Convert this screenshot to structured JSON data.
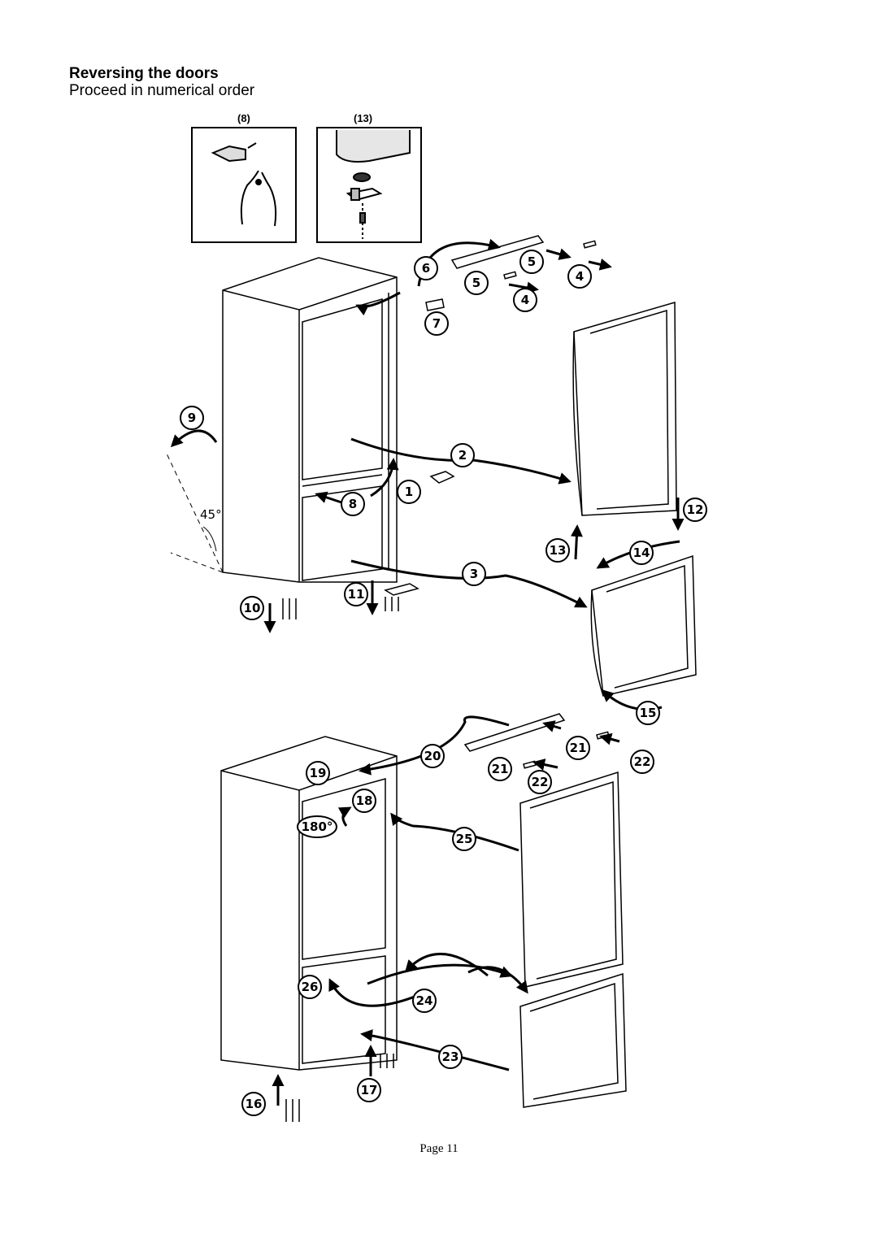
{
  "heading": "Reversing the doors",
  "subheading": "Proceed in numerical order",
  "insets": [
    {
      "label": "(8)",
      "icon": "pliers-icon"
    },
    {
      "label": "(13)",
      "icon": "hinge-pin-icon"
    }
  ],
  "steps": {
    "s1": "1",
    "s2": "2",
    "s3": "3",
    "s4a": "4",
    "s4b": "4",
    "s5a": "5",
    "s5b": "5",
    "s6": "6",
    "s7": "7",
    "s8": "8",
    "s9": "9",
    "s10": "10",
    "s11": "11",
    "s12": "12",
    "s13": "13",
    "s14": "14",
    "s15": "15",
    "s16": "16",
    "s17": "17",
    "s18": "18",
    "s19": "19",
    "s20": "20",
    "s21a": "21",
    "s21b": "21",
    "s22a": "22",
    "s22b": "22",
    "s23": "23",
    "s24": "24",
    "s25": "25",
    "s26": "26"
  },
  "angles": {
    "tilt": "45°",
    "rotate": "180°"
  },
  "page": "Page 11"
}
